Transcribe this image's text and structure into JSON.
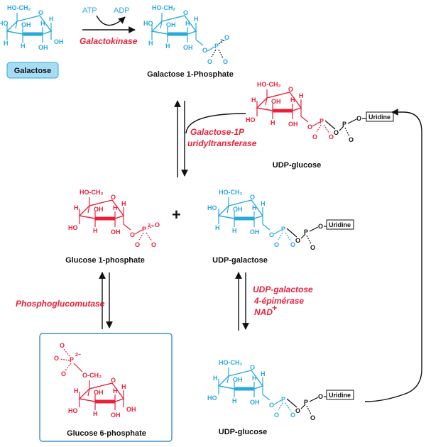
{
  "enzymes": {
    "galactokinase": "Galactokinase",
    "uridyltransferase_1": "Galactose-1P",
    "uridyltransferase_2": "uridyltransferase",
    "phosphoglucomutase": "Phosphoglucomutase",
    "epimerase_1": "UDP-galactose",
    "epimerase_2": "4-épimérase",
    "epimerase_3": "NAD"
  },
  "cofactors": {
    "atp": "ATP",
    "adp": "ADP",
    "nad_charge": "+"
  },
  "molecules": {
    "galactose": "Galactose",
    "galactose_1_phosphate": "Galactose 1-Phosphate",
    "udp_glucose_top": "UDP-glucose",
    "glucose_1_phosphate": "Glucose 1-phosphate",
    "udp_galactose": "UDP-galactose",
    "glucose_6_phosphate": "Glucose 6-phosphate",
    "udp_glucose_bottom": "UDP-glucose"
  },
  "plus": "+",
  "atoms": {
    "ho_ch2": "HO-CH₂",
    "o_ch2": "O-CH₂",
    "h": "H",
    "oh": "OH",
    "ho": "HO",
    "o": "O",
    "p": "P",
    "p2": "2−",
    "minus": "−",
    "uridine": "Uridine"
  },
  "colors": {
    "blue": "#29a8dc",
    "red": "#e8203a",
    "black": "#111111",
    "highlight": "#a7ddf4",
    "box": "#3b8fc9"
  }
}
